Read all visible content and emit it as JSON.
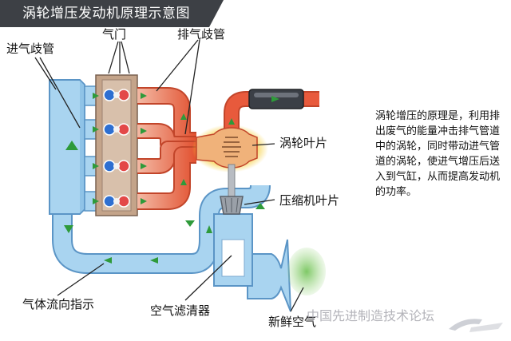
{
  "title": "涡轮增压发动机原理示意图",
  "labels": {
    "intake_manifold": "进气歧管",
    "valve": "气门",
    "exhaust_manifold": "排气歧管",
    "turbine_blade": "涡轮叶片",
    "compressor_blade": "压缩机叶片",
    "flow_indicator": "气体流向指示",
    "air_filter": "空气滤清器",
    "fresh_air": "新鲜空气"
  },
  "description": "涡轮增压的原理是，利用排出废气的能量冲击排气管道中的涡轮，同时带动进气管道的涡轮，使进气增压后送入到气缸，从而提高发动机的功率。",
  "watermark": "中国先进制造技术论坛",
  "colors": {
    "intake": "#a9d4f0",
    "intake_stroke": "#5b95c6",
    "exhaust": "#e85a3c",
    "exhaust_light": "#f3b9a4",
    "arrow": "#2e9a3a",
    "title_bg": "#3d4045",
    "fresh_air": "#7ec866",
    "turbine_glow": "#f6cf3f"
  }
}
